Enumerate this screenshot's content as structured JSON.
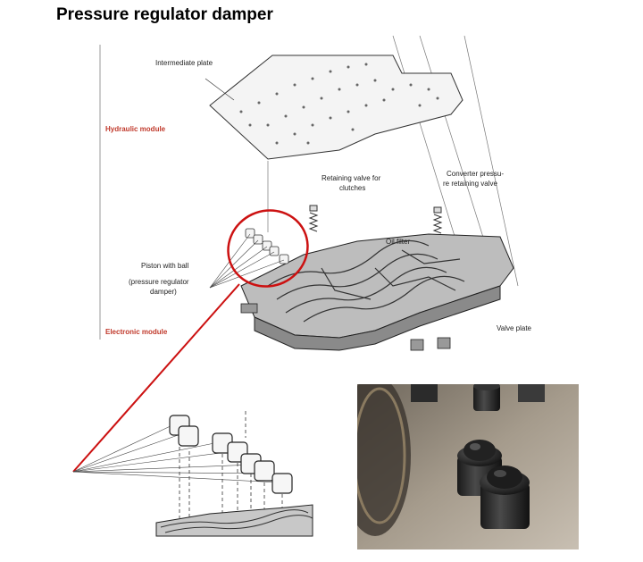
{
  "title": "Pressure regulator damper",
  "labels": {
    "intermediate_plate": "Intermediate plate",
    "hydraulic_module": "Hydraulic module",
    "retaining_valve_line1": "Retaining valve for",
    "retaining_valve_line2": "clutches",
    "converter_line1": "Converter pressu-",
    "converter_line2": "re retaining valve",
    "oil_filter": "Oil filter",
    "piston_line1": "Piston with ball",
    "piston_line2": "(pressure regulator",
    "piston_line3": "damper)",
    "electronic_module": "Electronic module",
    "valve_plate": "Valve plate"
  },
  "colors": {
    "accent_red": "#c0392b",
    "highlight_red": "#cc1111",
    "line_gray": "#555555"
  }
}
